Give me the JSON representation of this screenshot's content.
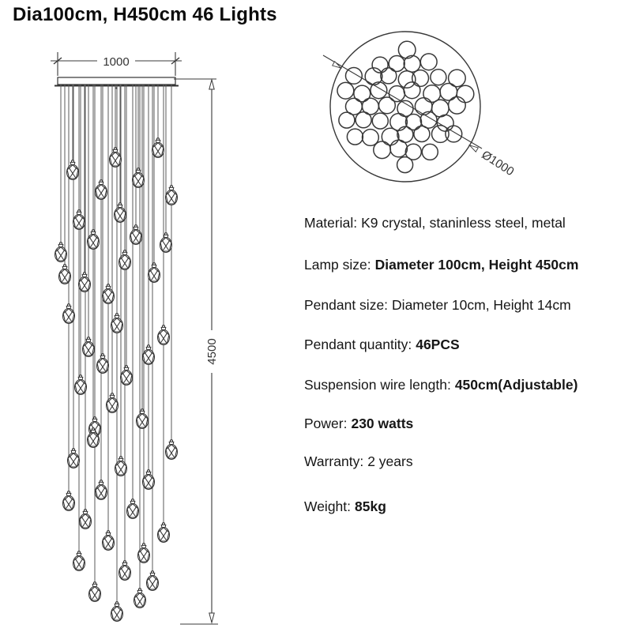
{
  "title": "Dia100cm, H450cm  46 Lights",
  "side_view": {
    "width_dimension": "1000",
    "height_dimension": "4500"
  },
  "top_view": {
    "diameter_dimension": "Ø1000"
  },
  "lights_count": 46,
  "specs": [
    {
      "label": "Material:",
      "value": "K9 crystal, staninless steel, metal"
    },
    {
      "label": "Lamp size:",
      "value": "Diameter 100cm, Height 450cm"
    },
    {
      "label": "Pendant size:",
      "value": "Diameter 10cm, Height 14cm"
    },
    {
      "label": "Pendant quantity:",
      "value": "46PCS"
    },
    {
      "label": "Suspension wire length:",
      "value": "450cm(Adjustable)"
    },
    {
      "label": "Power:",
      "value": "230 watts"
    },
    {
      "label": "Warranty:",
      "value": "2 years"
    },
    {
      "label": "Weight:",
      "value": "85kg"
    }
  ],
  "colors": {
    "background": "#ffffff",
    "line": "#383838",
    "wire": "#5a5a5a",
    "text": "#111111"
  }
}
